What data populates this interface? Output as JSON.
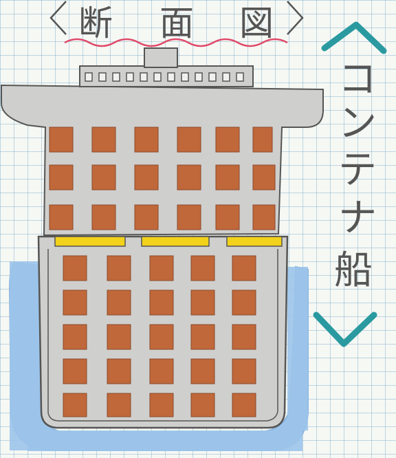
{
  "title": {
    "chars": [
      "断",
      "面",
      "図"
    ]
  },
  "side_label": {
    "chars": [
      "コ",
      "ン",
      "テ",
      "ナ",
      "船"
    ]
  },
  "colors": {
    "paper": "#f6f8f4",
    "grid": "#8fb6cc",
    "water": "#9cc4ea",
    "hull": "#cfcfcd",
    "container": "#c0683a",
    "hatch_cover": "#f2d21a",
    "wavy_line": "#e04a6a",
    "chevrons": "#2a9aa0",
    "pencil": "#555555"
  },
  "icons": [
    "up-chevron-icon",
    "down-chevron-icon"
  ]
}
